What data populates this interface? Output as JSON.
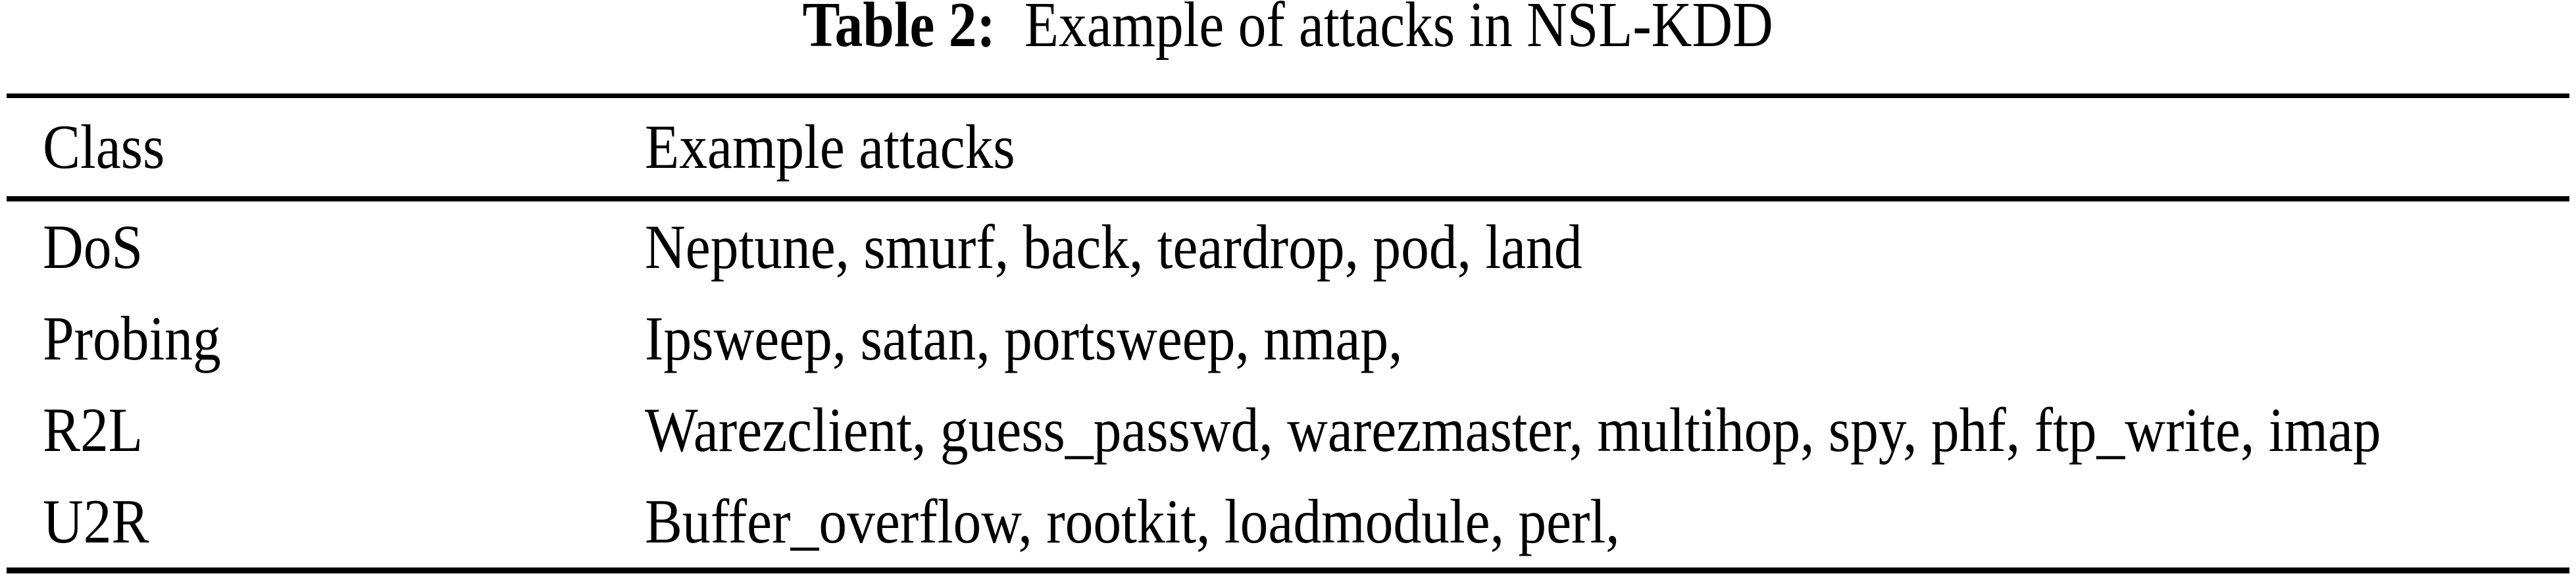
{
  "caption": {
    "label": "Table 2:",
    "text": "Example of attacks in NSL-KDD"
  },
  "table": {
    "headers": [
      "Class",
      "Example attacks"
    ],
    "rows": [
      {
        "class": "DoS",
        "attacks": "Neptune, smurf, back, teardrop, pod, land"
      },
      {
        "class": "Probing",
        "attacks": "Ipsweep, satan, portsweep, nmap,"
      },
      {
        "class": "R2L",
        "attacks": "Warezclient, guess_passwd, warezmaster, multihop, spy, phf, ftp_write, imap"
      },
      {
        "class": "U2R",
        "attacks": "Buffer_overflow, rootkit, loadmodule, perl,"
      }
    ]
  },
  "colors": {
    "background": "#ffffff",
    "text": "#000000",
    "rule": "#000000"
  }
}
